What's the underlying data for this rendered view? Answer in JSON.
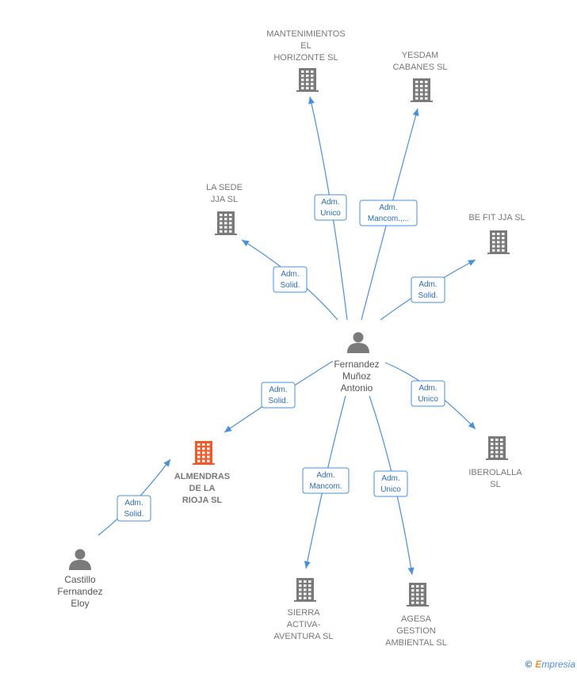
{
  "colors": {
    "edge": "#4a90d9",
    "company": "#7a7a7a",
    "company_highlight": "#f05a28",
    "person": "#7a7a7a",
    "label_text": "#2d6db5"
  },
  "center": {
    "name_lines": [
      "Fernandez",
      "Muñoz",
      "Antonio"
    ]
  },
  "companies": [
    {
      "id": "mantenimientos",
      "lines": [
        "MANTENIMIENTOS",
        "EL",
        "HORIZONTE SL"
      ],
      "icon": "building-icon"
    },
    {
      "id": "yesdam",
      "lines": [
        "YESDAM",
        "CABANES SL"
      ],
      "icon": "building-icon"
    },
    {
      "id": "la-sede",
      "lines": [
        "LA SEDE",
        "JJA SL"
      ],
      "icon": "building-icon"
    },
    {
      "id": "be-fit",
      "lines": [
        "BE FIT JJA SL"
      ],
      "icon": "building-icon"
    },
    {
      "id": "almendras",
      "lines": [
        "ALMENDRAS",
        "DE LA",
        "RIOJA SL"
      ],
      "icon": "building-icon",
      "highlight": true
    },
    {
      "id": "iberolalla",
      "lines": [
        "IBEROLALLA",
        "SL"
      ],
      "icon": "building-icon"
    },
    {
      "id": "sierra",
      "lines": [
        "SIERRA",
        "ACTIVA-",
        "AVENTURA SL"
      ],
      "icon": "building-icon"
    },
    {
      "id": "agesa",
      "lines": [
        "AGESA",
        "GESTION",
        "AMBIENTAL SL"
      ],
      "icon": "building-icon"
    }
  ],
  "persons": [
    {
      "id": "castillo",
      "lines": [
        "Castillo",
        "Fernandez",
        "Eloy"
      ],
      "icon": "person-icon"
    }
  ],
  "relations": [
    {
      "from": "center",
      "to": "mantenimientos",
      "lines": [
        "Adm.",
        "Unico"
      ]
    },
    {
      "from": "center",
      "to": "yesdam",
      "lines": [
        "Adm.",
        "Mancom.,..."
      ]
    },
    {
      "from": "center",
      "to": "la-sede",
      "lines": [
        "Adm.",
        "Solid."
      ]
    },
    {
      "from": "center",
      "to": "be-fit",
      "lines": [
        "Adm.",
        "Solid."
      ]
    },
    {
      "from": "center",
      "to": "almendras",
      "lines": [
        "Adm.",
        "Solid."
      ]
    },
    {
      "from": "center",
      "to": "iberolalla",
      "lines": [
        "Adm.",
        "Unico"
      ]
    },
    {
      "from": "center",
      "to": "sierra",
      "lines": [
        "Adm.",
        "Mancom."
      ]
    },
    {
      "from": "center",
      "to": "agesa",
      "lines": [
        "Adm.",
        "Unico"
      ]
    },
    {
      "from": "castillo",
      "to": "almendras",
      "lines": [
        "Adm.",
        "Solid."
      ]
    }
  ],
  "watermark": {
    "copyright": "©",
    "brand_initial": "E",
    "brand_rest": "mpresia"
  }
}
